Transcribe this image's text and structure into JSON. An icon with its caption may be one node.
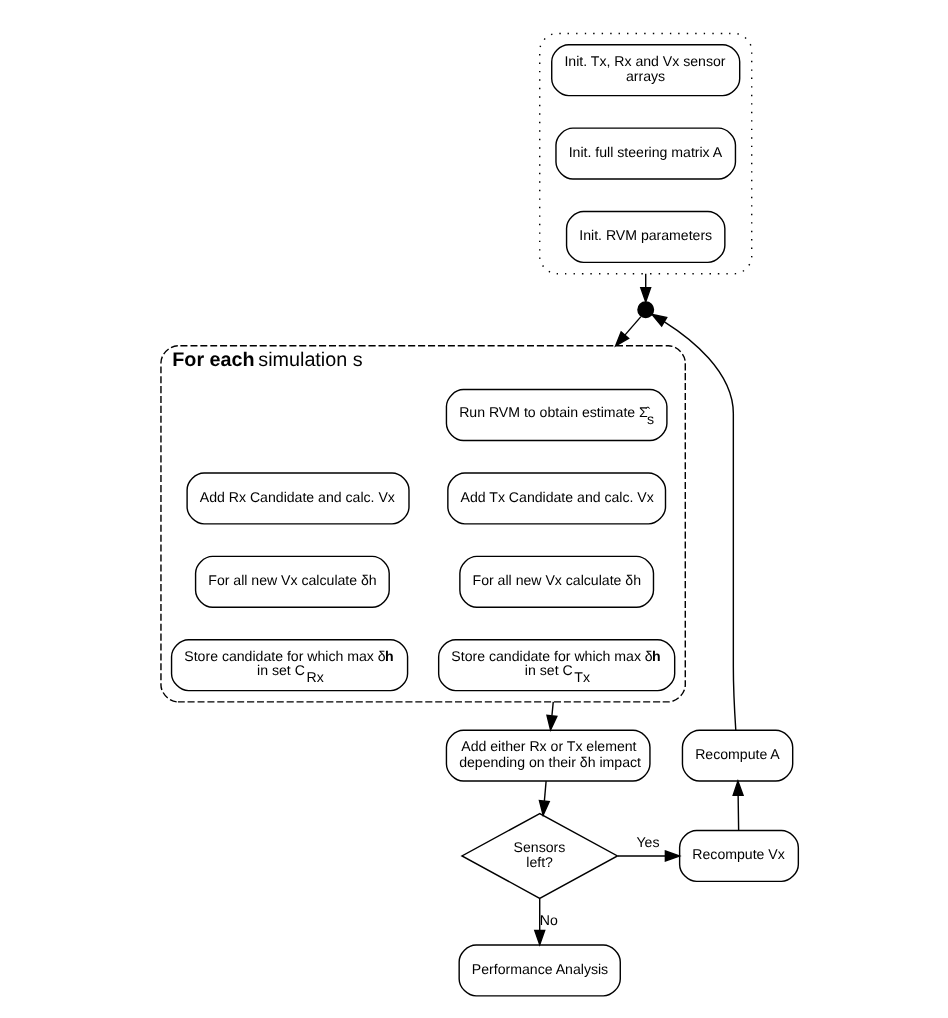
{
  "diagram": {
    "nodes": [
      {
        "text": [],
        "shape": "box"
      },
      {
        "text": [
          "Init. Tx, Rx and Vx sensor arrays"
        ],
        "in": 0
      },
      {
        "text": [
          "Init. full steering matrix A"
        ],
        "in": 0
      },
      {
        "text": [
          "Init. RVM parameters"
        ],
        "in": 0
      },
      {
        "text": [],
        "shape": "circle"
      },
      {
        "text": [
          "**For each** simulation s"
        ]
      },
      {
        "text": [
          "Run RVM to obtain estimate Σ̂$_{s}$"
        ],
        "in": 5
      },
      {
        "text": [
          "Add Rx Candidate and calc. Vx"
        ],
        "in": 5
      },
      {
        "text": [
          "For all new Vx calculate δh"
        ],
        "in": 5
      },
      {
        "text": [
          "Store candidate for which max δ**h** in set C$_{Rx}$"
        ],
        "in": 5
      },
      {
        "text": [
          "Add Tx Candidate and calc. Vx"
        ],
        "in": 5
      },
      {
        "text": [
          "For all new Vx calculate δh"
        ],
        "in": 5
      },
      {
        "text": [
          "Store candidate for which max δ**h** in set C$_{Tx}$"
        ],
        "in": 5
      },
      {
        "text": [
          "Add either Rx or Tx element depending on their δh impact"
        ]
      },
      {
        "text": [
          "Sensors left?"
        ]
      },
      {
        "text": [
          "Recompute Vx"
        ]
      },
      {
        "text": [
          "Recompute A"
        ]
      },
      {
        "text": [
          "Performance Analysis"
        ]
      }
    ],
    "edges": [
      {
        "from": 0,
        "to": 4,
        "arrow": "to"
      },
      {
        "from": 16,
        "to": 4,
        "arrow": "to"
      },
      {
        "from": 4,
        "to": 5,
        "arrow": "to"
      },
      {
        "from": 5,
        "to": 13,
        "arrow": "to"
      },
      {
        "from": 13,
        "to": 14,
        "arrow": "to"
      },
      {
        "from": 14,
        "to": 15,
        "arrow": "to",
        "label": "Yes"
      },
      {
        "from": 15,
        "to": 16,
        "arrow": "to"
      },
      {
        "from": 14,
        "to": 17,
        "arrow": "to",
        "label": "No"
      }
    ]
  }
}
